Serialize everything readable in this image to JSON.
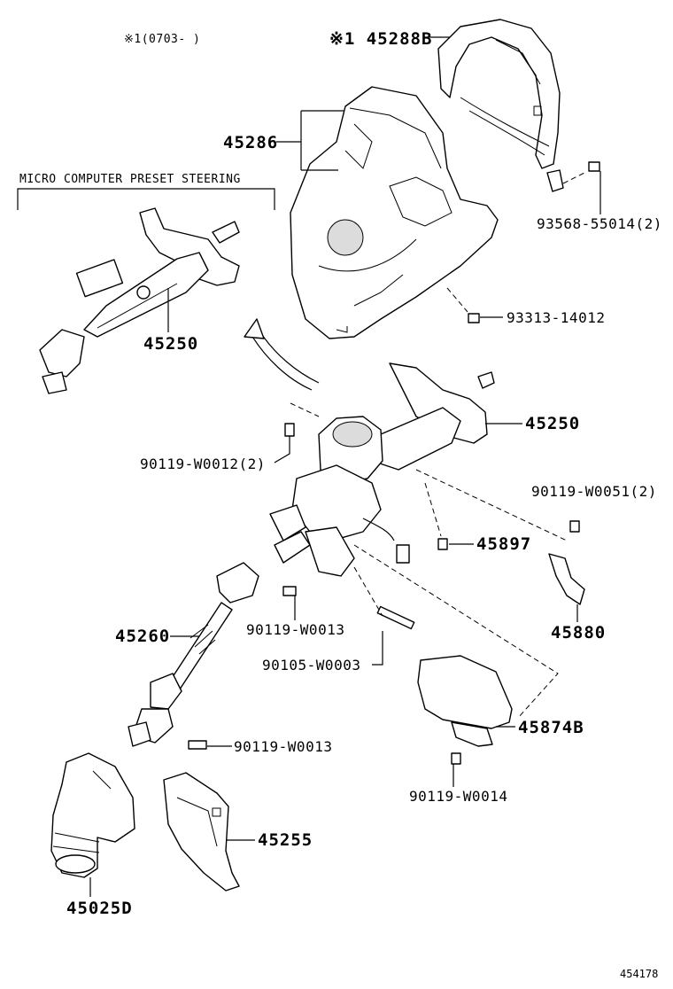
{
  "note_period": "※1(0703-      )",
  "section_title": "MICRO COMPUTER PRESET STEERING",
  "parts": {
    "cover_upper": "※1 45288B",
    "cover_lower": "45286",
    "screw_93568": "93568-55014(2)",
    "screw_93313": "93313-14012",
    "column_preset": "45250",
    "column_main": "45250",
    "bolt_w0012": "90119-W0012(2)",
    "bolt_w0051": "90119-W0051(2)",
    "sensor_45897": "45897",
    "bracket_45880": "45880",
    "shaft_45260": "45260",
    "bolt_w0013_a": "90119-W0013",
    "bolt_w0003": "90105-W0003",
    "protector_45874B": "45874B",
    "bolt_w0013_b": "90119-W0013",
    "bolt_w0014": "90119-W0014",
    "boot_45255": "45255",
    "cover_45025D": "45025D"
  },
  "figure_number": "454178"
}
